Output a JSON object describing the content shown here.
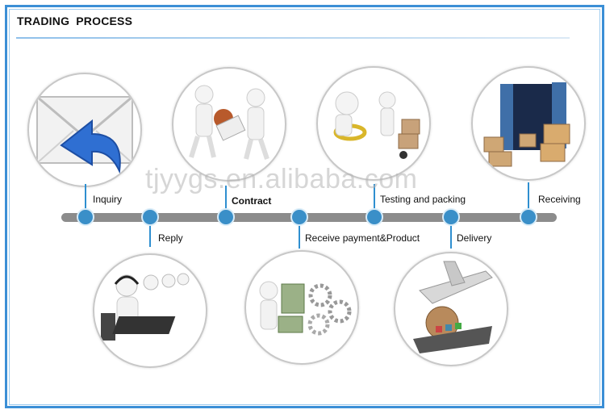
{
  "title": "TRADING  PROCESS",
  "watermark": "tjyygs.en.alibaba.com",
  "steps": [
    {
      "label": "Inquiry",
      "icon": "envelope-reply-icon"
    },
    {
      "label": "Reply",
      "icon": "call-center-agents-icon"
    },
    {
      "label": "Contract",
      "icon": "contract-signing-icon"
    },
    {
      "label": "Receive payment&Product",
      "icon": "money-gears-icon"
    },
    {
      "label": "Testing and packing",
      "icon": "inspection-packing-icon"
    },
    {
      "label": "Delivery",
      "icon": "plane-ship-globe-icon"
    },
    {
      "label": "Receiving",
      "icon": "container-boxes-icon"
    }
  ],
  "colors": {
    "frame": "#3b8fd6",
    "node": "#3a8fc8",
    "timeline": "#8c8c8c"
  }
}
